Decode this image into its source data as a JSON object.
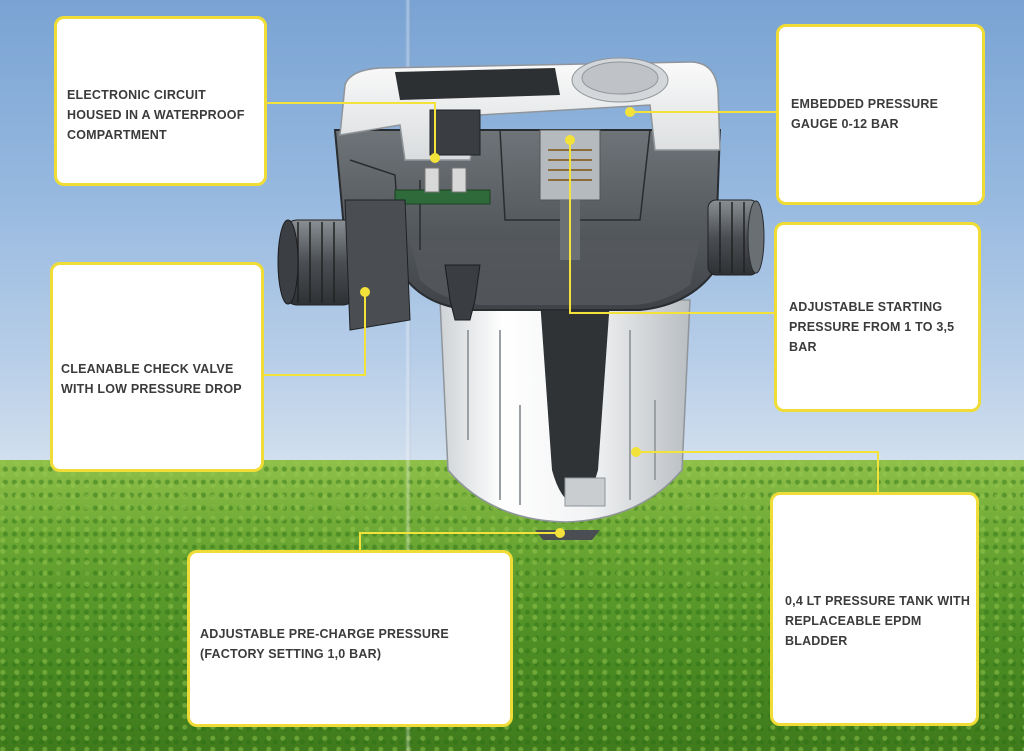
{
  "callouts": {
    "electronic_circuit": "ELECTRONIC CIRCUIT HOUSED IN A WATERPROOF COMPARTMENT",
    "pressure_gauge": "EMBEDDED PRESSURE GAUGE 0-12 BAR",
    "starting_pressure": "ADJUSTABLE STARTING PRESSURE FROM 1 TO 3,5 BAR",
    "check_valve": "CLEANABLE CHECK VALVE WITH LOW PRESSURE DROP",
    "pressure_tank": "0,4 LT PRESSURE TANK WITH REPLACEABLE EPDM BLADDER",
    "precharge": "ADJUSTABLE PRE-CHARGE PRESSURE (FACTORY SETTING 1,0 BAR)"
  },
  "colors": {
    "callout_border": "#f0dc36",
    "leader_line": "#f3e23a",
    "callout_text": "#3b3b3b"
  }
}
